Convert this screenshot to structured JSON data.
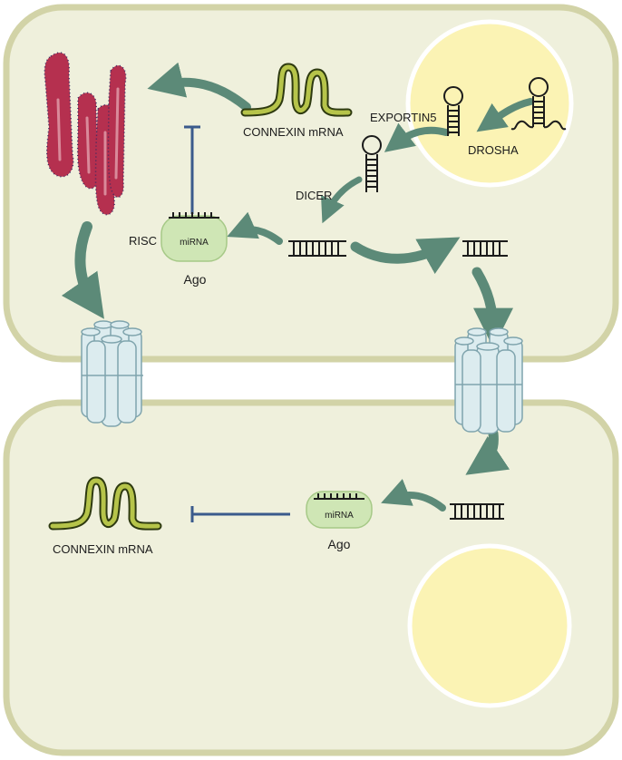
{
  "labels": {
    "exportin5": "EXPORTIN5",
    "drosha": "DROSHA",
    "connexin_top": "CONNEXIN mRNA",
    "dicer": "DICER",
    "risc": "RISC",
    "mirna_top": "miRNA",
    "ago_top": "Ago",
    "mirna_bottom": "miRNA",
    "ago_bottom": "Ago",
    "connexin_bottom": "CONNEXIN mRNA"
  },
  "colors": {
    "cell_fill": "#eff0dc",
    "cell_border": "#d2d3a7",
    "nucleus_fill": "#fbf3b4",
    "arrow": "#5c8a78",
    "inhibit_line": "#3a5a8c",
    "mrna_fill": "#b6c44a",
    "mrna_outline": "#2e3a10",
    "ago_fill": "#cfe6b5",
    "er_fill": "#b5304f",
    "er_light": "#d98a9a",
    "er_dots": "#3a2a60",
    "channel_fill": "#dcecef",
    "channel_stroke": "#7fa4ad"
  }
}
